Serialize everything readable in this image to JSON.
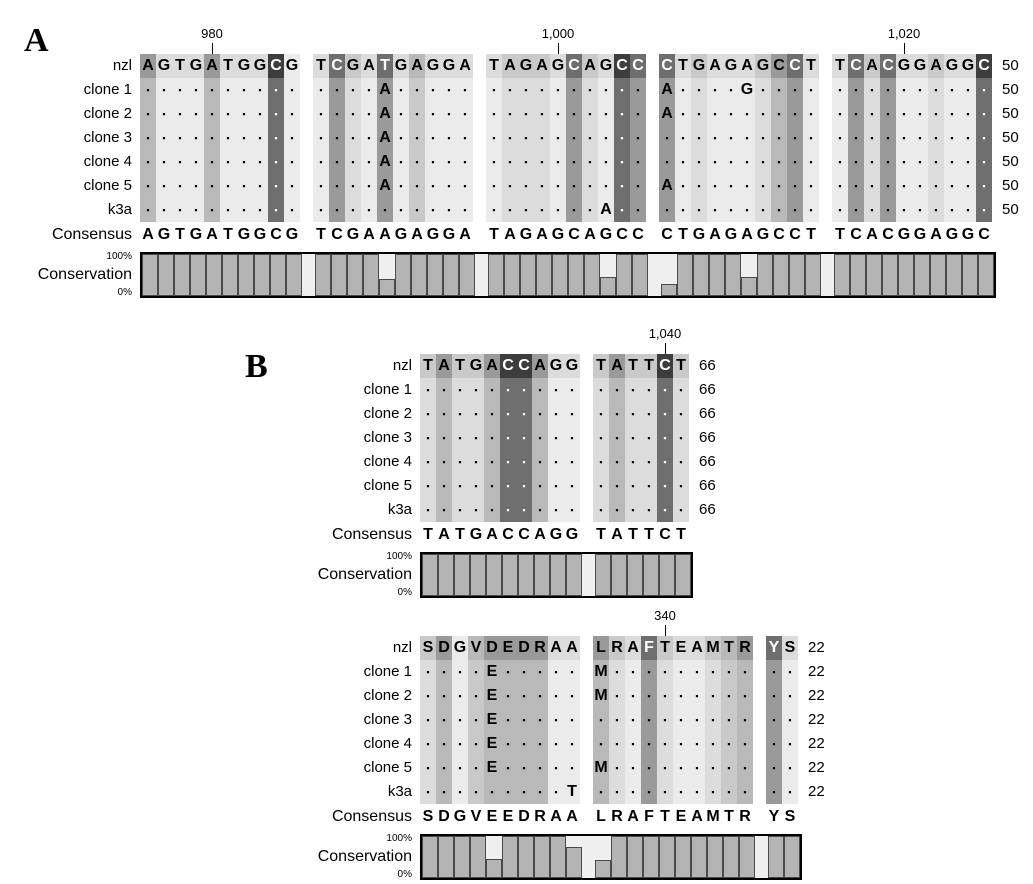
{
  "figure": {
    "panels": [
      "A",
      "B"
    ],
    "row_labels": [
      "nzl",
      "clone 1",
      "clone 2",
      "clone 3",
      "clone 4",
      "clone 5",
      "k3a"
    ],
    "consensus_label": "Consensus",
    "conservation_label": "Conservation",
    "axis_top": "100%",
    "axis_bottom": "0%",
    "colors": {
      "bar_fill": "#b4b4b4",
      "bar_stroke": "#4a4a4a",
      "plot_background": "#efefef",
      "shade_darkest": "#3d3d3d",
      "shade_lightest": "#ebebeb"
    }
  },
  "panelA": {
    "letter": "A",
    "ruler": [
      {
        "label": "980",
        "col": 4
      },
      {
        "label": "1,000",
        "col": 24
      },
      {
        "label": "1,020",
        "col": 44
      }
    ],
    "blocks": [
      {
        "seq": "AGTGATGGCG",
        "shades": [
          5,
          2,
          2,
          2,
          5,
          2,
          2,
          2,
          7,
          1
        ]
      },
      {
        "seq": "TCGATGAGGA",
        "shades": [
          2,
          6,
          3,
          2,
          6,
          2,
          4,
          2,
          2,
          2
        ]
      },
      {
        "seq": "TAGAGCAGCC",
        "shades": [
          2,
          3,
          3,
          3,
          2,
          6,
          3,
          2,
          7,
          6
        ]
      },
      {
        "seq": "CTGAGAGCCT",
        "shades": [
          6,
          2,
          3,
          2,
          2,
          2,
          3,
          5,
          6,
          2
        ]
      },
      {
        "seq": "TCACGGAGGC",
        "shades": [
          2,
          6,
          3,
          6,
          2,
          2,
          3,
          2,
          2,
          7
        ]
      }
    ],
    "consensus_blocks": [
      "AGTGATGGCG",
      "TCGAAGAGGA",
      "TAGAGCAGCC",
      "CTGAGAGCCT",
      "TCACGGAGGC"
    ],
    "row_end": "50",
    "mutations": [
      {
        "row": 1,
        "block": 1,
        "col": 4,
        "base": "A"
      },
      {
        "row": 1,
        "block": 3,
        "col": 0,
        "base": "A"
      },
      {
        "row": 1,
        "block": 3,
        "col": 5,
        "base": "G"
      },
      {
        "row": 2,
        "block": 1,
        "col": 4,
        "base": "A"
      },
      {
        "row": 2,
        "block": 3,
        "col": 0,
        "base": "A"
      },
      {
        "row": 3,
        "block": 1,
        "col": 4,
        "base": "A"
      },
      {
        "row": 4,
        "block": 1,
        "col": 4,
        "base": "A"
      },
      {
        "row": 5,
        "block": 1,
        "col": 4,
        "base": "A"
      },
      {
        "row": 5,
        "block": 3,
        "col": 0,
        "base": "A"
      },
      {
        "row": 6,
        "block": 2,
        "col": 7,
        "base": "A"
      }
    ],
    "conservation": [
      [
        100,
        100,
        100,
        100,
        100,
        100,
        100,
        100,
        100,
        100
      ],
      [
        100,
        100,
        100,
        100,
        40,
        100,
        100,
        100,
        100,
        100
      ],
      [
        100,
        100,
        100,
        100,
        100,
        100,
        100,
        45,
        100,
        100
      ],
      [
        28,
        100,
        100,
        100,
        100,
        45,
        100,
        100,
        100,
        100
      ],
      [
        100,
        100,
        100,
        100,
        100,
        100,
        100,
        100,
        100,
        100
      ]
    ]
  },
  "panelB": {
    "letter": "B",
    "nucleotide": {
      "ruler": [
        {
          "label": "1,040",
          "col": 14
        }
      ],
      "blocks": [
        {
          "seq": "TATGACCAGG",
          "shades": [
            3,
            5,
            3,
            3,
            5,
            7,
            7,
            5,
            2,
            2
          ]
        },
        {
          "seq": "TATTCT",
          "shades": [
            3,
            5,
            3,
            3,
            7,
            3
          ]
        }
      ],
      "consensus_blocks": [
        "TATGACCAGG",
        "TATTCT"
      ],
      "row_end": "66",
      "mutations": [],
      "conservation": [
        [
          100,
          100,
          100,
          100,
          100,
          100,
          100,
          100,
          100,
          100
        ],
        [
          100,
          100,
          100,
          100,
          100,
          100
        ]
      ]
    },
    "protein": {
      "ruler": [
        {
          "label": "340",
          "col": 14
        }
      ],
      "blocks": [
        {
          "seq": "SDGVDEDRAA",
          "shades": [
            3,
            5,
            1,
            4,
            5,
            5,
            5,
            5,
            2,
            2
          ]
        },
        {
          "seq": "LRAFTEAMTR",
          "shades": [
            5,
            3,
            2,
            6,
            3,
            2,
            2,
            3,
            4,
            5
          ]
        },
        {
          "seq": "YS",
          "shades": [
            6,
            2
          ]
        }
      ],
      "consensus_blocks": [
        "SDGVEEDRAA",
        "LRAFTEAMTR",
        "YS"
      ],
      "row_end": "22",
      "mutations": [
        {
          "row": 1,
          "block": 0,
          "col": 4,
          "base": "E"
        },
        {
          "row": 1,
          "block": 1,
          "col": 0,
          "base": "M"
        },
        {
          "row": 2,
          "block": 0,
          "col": 4,
          "base": "E"
        },
        {
          "row": 2,
          "block": 1,
          "col": 0,
          "base": "M"
        },
        {
          "row": 3,
          "block": 0,
          "col": 4,
          "base": "E"
        },
        {
          "row": 4,
          "block": 0,
          "col": 4,
          "base": "E"
        },
        {
          "row": 5,
          "block": 0,
          "col": 4,
          "base": "E"
        },
        {
          "row": 5,
          "block": 1,
          "col": 0,
          "base": "M"
        },
        {
          "row": 6,
          "block": 0,
          "col": 9,
          "base": "T"
        }
      ],
      "conservation": [
        [
          100,
          100,
          100,
          100,
          45,
          100,
          100,
          100,
          100,
          75
        ],
        [
          42,
          100,
          100,
          100,
          100,
          100,
          100,
          100,
          100,
          100
        ],
        [
          100,
          100
        ]
      ]
    }
  }
}
